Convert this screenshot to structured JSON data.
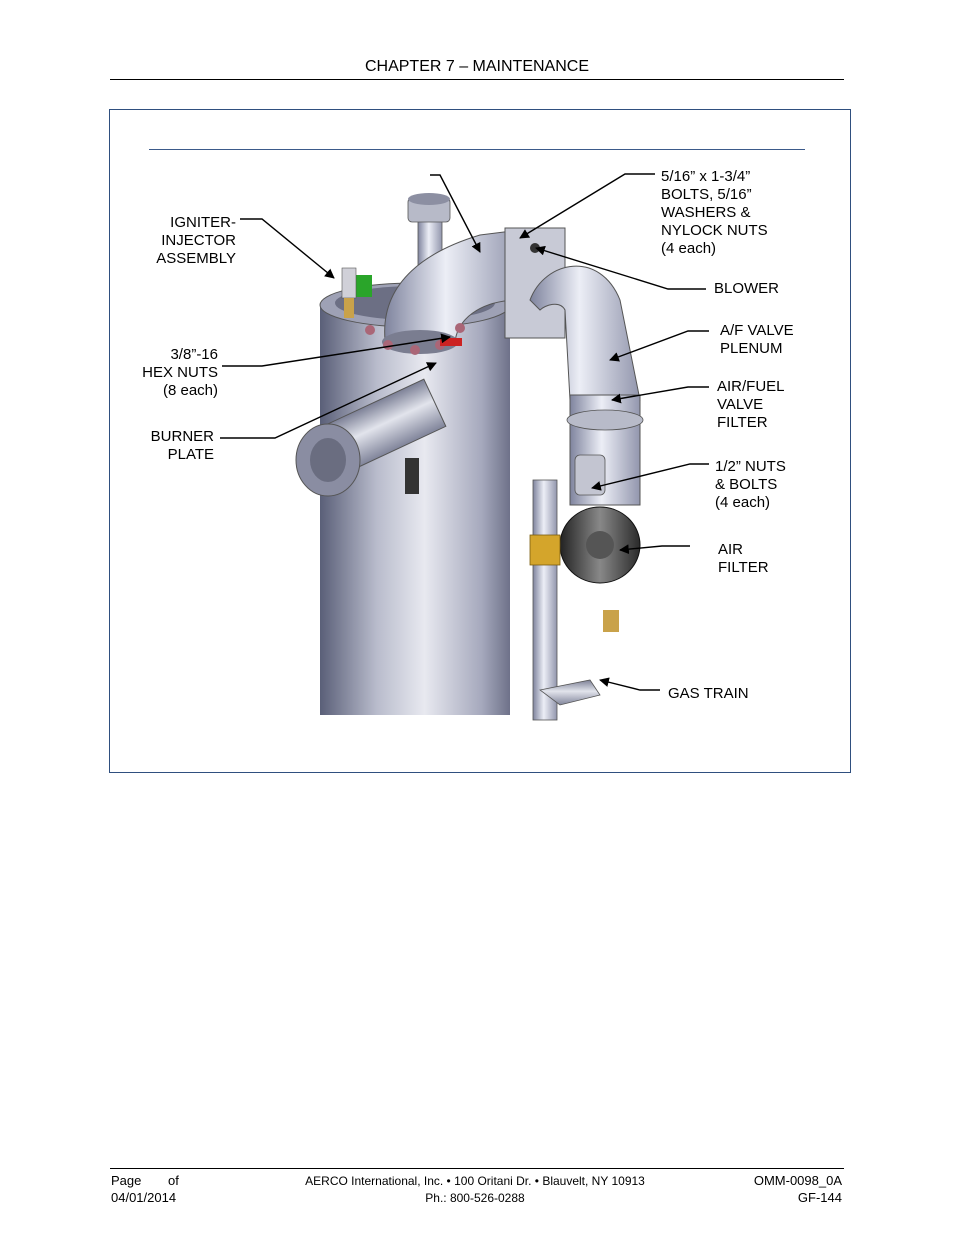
{
  "header": {
    "title": "CHAPTER 7 – MAINTENANCE"
  },
  "figure": {
    "labels": {
      "igniter": "IGNITER-\nINJECTOR\nASSEMBLY",
      "bolts": "5/16” x 1-3/4”\nBOLTS, 5/16”\nWASHERS &\nNYLOCK NUTS\n(4 each)",
      "blower": "BLOWER",
      "plenum": "A/F VALVE\nPLENUM",
      "hex_nuts": "3/8”-16\nHEX NUTS\n(8 each)",
      "valve_filter": "AIR/FUEL\nVALVE\nFILTER",
      "burner_plate": "BURNER\nPLATE",
      "half_nuts": "1/2” NUTS\n& BOLTS\n(4 each)",
      "air_filter": "AIR\nFILTER",
      "gas_train": "GAS TRAIN"
    }
  },
  "footer": {
    "page_label": "Page",
    "of_label": "of",
    "date": "04/01/2014",
    "company": "AERCO International, Inc. • 100 Oritani Dr. •  Blauvelt, NY 10913",
    "phone": "Ph.: 800-526-0288",
    "doc_number": "OMM-0098_0A",
    "model": "GF-144"
  }
}
